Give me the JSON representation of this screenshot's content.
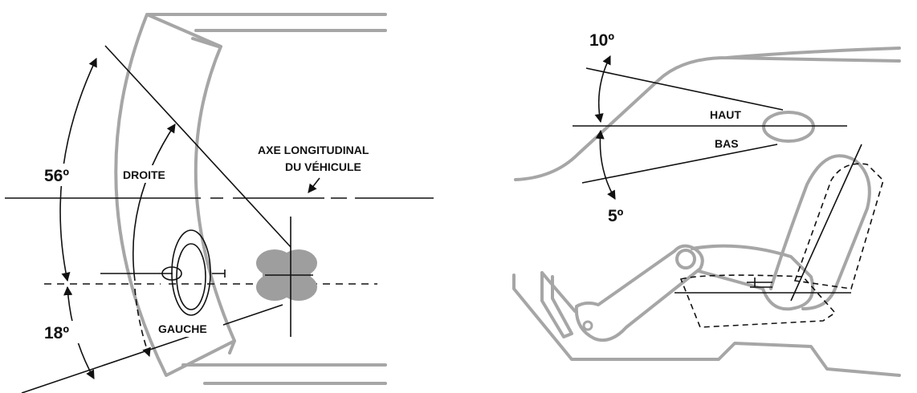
{
  "left_view": {
    "angle_56": "56º",
    "angle_18": "18º",
    "right_label": "DROITE",
    "left_label": "GAUCHE",
    "axis_line1": "AXE LONGITUDINAL",
    "axis_line2": "DU VÉHICULE"
  },
  "side_view": {
    "angle_up": "10º",
    "angle_down": "5º",
    "up_label": "HAUT",
    "down_label": "BAS"
  },
  "colors": {
    "ink": "#111111",
    "outline_grey": "#a6a6a6",
    "head_fill": "#9e9e9e"
  }
}
